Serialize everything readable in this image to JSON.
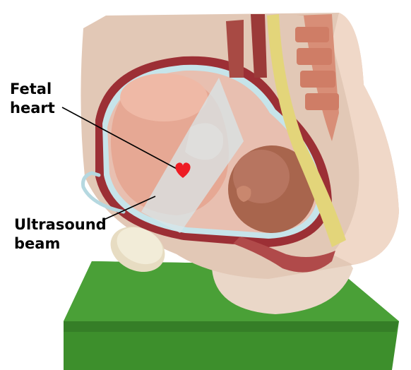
{
  "labels": {
    "fetal_heart": [
      "Fetal",
      "heart"
    ],
    "ultrasound_beam": [
      "Ultrasound",
      "beam"
    ]
  },
  "colors": {
    "stand": "#3d8f2c",
    "uterus_wall": "#9c2f35",
    "skin": "#e9c2ad",
    "fetus": "#e6a894",
    "fetal_head": "#a8654d",
    "amniotic_space": "#c6e4ea",
    "spine_yellow": "#e3d57a",
    "vertebra": "#d88e77",
    "heart": "#ee1c24",
    "beam": "#d8e6e8",
    "transducer": "#f2ecd8",
    "cable": "#b5d8e0"
  },
  "icons": {
    "heart_marker": "heart-icon"
  }
}
